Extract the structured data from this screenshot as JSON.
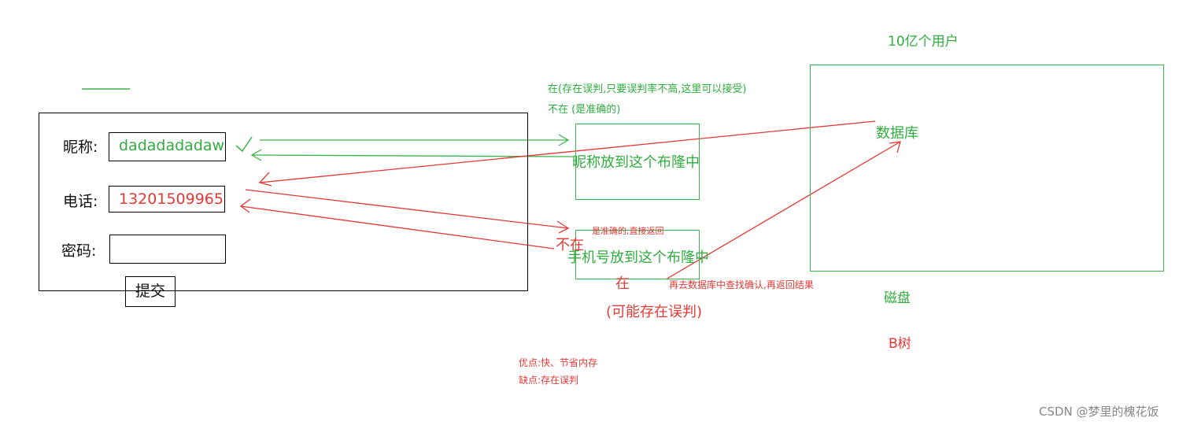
{
  "form": {
    "nickname_label": "昵称:",
    "nickname_value": "dadadadadaw",
    "phone_label": "电话:",
    "phone_value": "13201509965",
    "password_label": "密码:",
    "password_value": "",
    "submit_label": "提交"
  },
  "annotations": {
    "in_note": "在(存在误判,只要误判率不高,这里可以接受)",
    "notin_note": "不在 (是准确的)",
    "bloom_nickname": "昵称放到这个布隆中",
    "bloom_phone": "手机号放到这个布隆中",
    "accurate_return": "是准确的,直接返回",
    "not_in": "不在",
    "in": "在",
    "maybe_misjudge": "(可能存在误判)",
    "recheck_db": "再去数据库中查找确认,再返回结果",
    "users": "10亿个用户",
    "database": "数据库",
    "disk": "磁盘",
    "btree": "B树",
    "pros": "优点:快、节省内存",
    "cons": "缺点:存在误判",
    "watermark": "CSDN @梦里的槐花饭"
  },
  "colors": {
    "green": "#2fae3f",
    "red": "#e53935",
    "black": "#111111"
  }
}
